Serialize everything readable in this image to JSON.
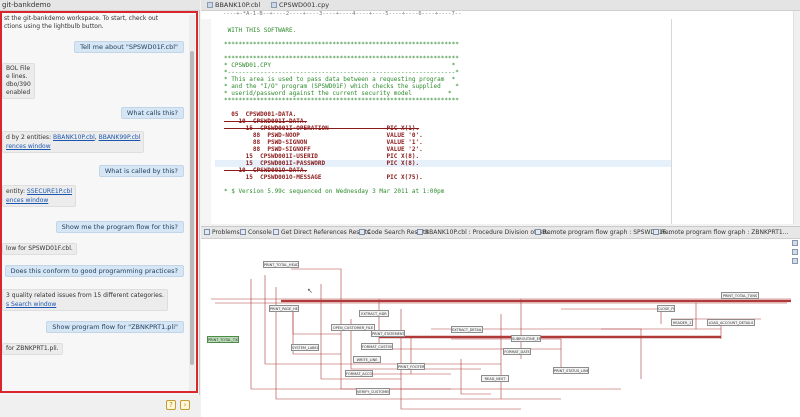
{
  "left_panel": {
    "tab_title": "git-bankdemo",
    "intro_lines": [
      "st the git-bankdemo workspace. To start, check out",
      "ctions using the lightbulb button."
    ],
    "conversation": [
      {
        "role": "user",
        "text": "Tell me about \"SPSWD01F.cbl\""
      },
      {
        "role": "assistant",
        "lines": [
          "BOL File",
          "e lines.",
          "dbo/390",
          "enabled"
        ]
      },
      {
        "role": "user",
        "text": "What calls this?"
      },
      {
        "role": "assistant",
        "prefix": "d by 2 entities: ",
        "link1": "BBANK10P.cbl",
        "sep": ", ",
        "link2": "BBANK99P.cbl",
        "link3": "rences window"
      },
      {
        "role": "user",
        "text": "What is called by this?"
      },
      {
        "role": "assistant",
        "prefix": "entity: ",
        "link1": "SSECURE1P.cbl",
        "link2": "ences window"
      },
      {
        "role": "user",
        "text": "Show me the program flow for this?"
      },
      {
        "role": "assistant",
        "text": "low for SPSWD01F.cbl."
      },
      {
        "role": "user",
        "text": "Does this conform to good programming practices?"
      },
      {
        "role": "assistant",
        "text": "3 quality related issues from 15 different categories.",
        "link": "s Search window"
      },
      {
        "role": "user",
        "text": "Show program flow for \"ZBNKPRT1.pli\""
      },
      {
        "role": "assistant",
        "text": "for ZBNKPRT1.pli."
      }
    ],
    "bottom_icons": [
      "lightbulb-icon",
      "insert-icon"
    ]
  },
  "editor": {
    "tabs": [
      {
        "label": "BBANK10P.cbl",
        "active": false
      },
      {
        "label": "CPSWD001.cpy",
        "active": true
      }
    ],
    "ruler": "----+-*A-1-B--+----2----+----3----+----4----+----5----+----6----+----7--",
    "lines": [
      {
        "text": " WITH THIS SOFTWARE.",
        "cls": "green"
      },
      {
        "text": "",
        "cls": "green"
      },
      {
        "text": "*****************************************************************",
        "cls": "green"
      },
      {
        "text": "",
        "cls": "green"
      },
      {
        "text": "*****************************************************************",
        "cls": "green"
      },
      {
        "text": "* CPSWD01.CPY                                                  *",
        "cls": "green"
      },
      {
        "text": "*---------------------------------------------------------------*",
        "cls": "green"
      },
      {
        "text": "* This area is used to pass data between a requesting program  *",
        "cls": "green"
      },
      {
        "text": "* and the \"I/O\" program (SPSWD01F) which checks the supplied    *",
        "cls": "green"
      },
      {
        "text": "* userid/password against the current security model          *",
        "cls": "green"
      },
      {
        "text": "*****************************************************************",
        "cls": "green"
      },
      {
        "text": "",
        "cls": ""
      },
      {
        "text": "  05  CPSWD001-DATA.",
        "cls": "kw"
      },
      {
        "text": "    10  CPSWD001I-DATA.",
        "cls": "strike"
      },
      {
        "text": "      15  CPSWD001I-OPERATION                PIC X(1).",
        "cls": "strike"
      },
      {
        "text": "        88  PSWD-NOOP                        VALUE '0'.",
        "cls": "kw"
      },
      {
        "text": "        88  PSWD-SIGNON                      VALUE '1'.",
        "cls": "kw"
      },
      {
        "text": "        88  PSWD-SIGNOFF                     VALUE '2'.",
        "cls": "kw"
      },
      {
        "text": "      15  CPSWD001I-USERID                   PIC X(8).",
        "cls": "kw"
      },
      {
        "text": "      15  CPSWD001I-PASSWORD                 PIC X(8).",
        "cls": "kw"
      },
      {
        "text": "    10  CPSWD001O-DATA.",
        "cls": "strike"
      },
      {
        "text": "      15  CPSWD001O-MESSAGE                  PIC X(75).",
        "cls": "kw"
      },
      {
        "text": "",
        "cls": ""
      },
      {
        "text": "* $ Version 5.99c sequenced on Wednesday 3 Mar 2011 at 1:00pm",
        "cls": "green"
      }
    ]
  },
  "bottom_tabs": [
    {
      "label": "Problems"
    },
    {
      "label": "Console"
    },
    {
      "label": "Get Direct References Results"
    },
    {
      "label": "Code Search Results"
    },
    {
      "label": "BBANK10P.cbl : Procedure Division of BB..."
    },
    {
      "label": "Remote program flow graph : SPSWD01F..."
    },
    {
      "label": "Remote program flow graph : ZBNKPRT1..."
    }
  ],
  "graph": {
    "start_node": "PRINT_TOTAL_TXNS",
    "nodes": [
      "PRINT_TOTAL_HEADER",
      "PRINT_PAGE_HEADER",
      "PRINT_TOTAL_TXNS",
      "SYSTEM_LABEL",
      "EXTRACT_HDR",
      "OPEN_CUSTOMER_FILE",
      "PRINT_STATEMENT",
      "FORMAT_CUSTOMER",
      "WRITE_LINE",
      "FORMAT_ACCOUNT",
      "PRINT_FOOTER",
      "VERIFY_CUSTOMER",
      "EXTRACT_DETAIL",
      "PRINT_STATUS_LINE",
      "FORMAT_DATE",
      "READ_NEXT",
      "SUBROUTINE_END",
      "CLOSE_FILES",
      "HEADER_1",
      "LOAD_ACCOUNT_DETAILS"
    ]
  },
  "colors": {
    "flow_line": "#b03a3a",
    "highlight": "#d9262c"
  }
}
